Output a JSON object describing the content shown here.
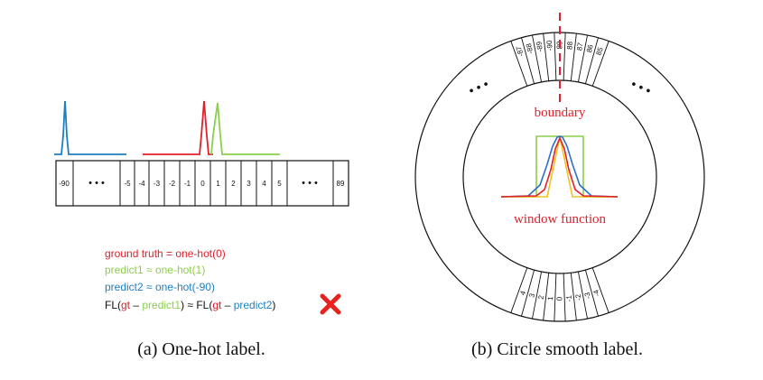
{
  "colors": {
    "gt": "#e0202a",
    "predict1": "#8ccf4a",
    "predict2": "#1f7fc0",
    "window_blue": "#2a6fc9",
    "window_yellow": "#f2c21a",
    "cross": "#e8231f",
    "ink": "#111111"
  },
  "panel_a": {
    "cells": [
      "-90",
      "• • •",
      "-5",
      "-4",
      "-3",
      "-2",
      "-1",
      "0",
      "1",
      "2",
      "3",
      "4",
      "5",
      "• • •",
      "89"
    ],
    "legend": {
      "gt_line": "ground truth = one-hot(0)",
      "p1_line": "predict1 ≈ one-hot(1)",
      "p2_line": "predict2 ≈ one-hot(-90)",
      "fl": {
        "a": "FL(",
        "gt1": "gt",
        "minus1": " – ",
        "p1": "predict1",
        "close1": ")",
        "approx": " ≈ ",
        "b": "FL(",
        "gt2": "gt",
        "minus2": " – ",
        "p2": "predict2",
        "close2": ")"
      }
    },
    "caption": "(a) One-hot label."
  },
  "panel_b": {
    "top_labels": [
      "-87",
      "-88",
      "-89",
      "-90",
      "89",
      "88",
      "87",
      "86",
      "85"
    ],
    "bottom_labels": [
      "-4",
      "-3",
      "-2",
      "-1",
      "0",
      "1",
      "2",
      "3",
      "4"
    ],
    "ellipsis": "• • •",
    "boundary": "boundary",
    "window_function": "window function",
    "caption": "(b) Circle smooth label."
  }
}
